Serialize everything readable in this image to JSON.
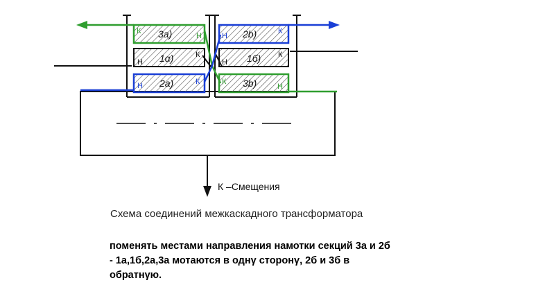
{
  "diagram": {
    "coils": {
      "c3a": "3a)",
      "c1a": "1α)",
      "c2a": "2a)",
      "c2b": "2b)",
      "c1b": "1б)",
      "c3b": "3b)"
    },
    "ends": {
      "k": "К",
      "n": "Н"
    },
    "bias_label": "К ‒Смещения"
  },
  "caption": "Схема соединений межкаскадного трансформатора",
  "note": {
    "line1": "поменять местами направления намотки секций 3а и 2б",
    "line2": "- 1а,1б,2а,3а мотаются в однγ сторонγ, 2б и 3б в",
    "line3": "обратнγю."
  },
  "colors": {
    "green": "#2f9e2f",
    "blue": "#1a3fd6",
    "black": "#111111"
  }
}
